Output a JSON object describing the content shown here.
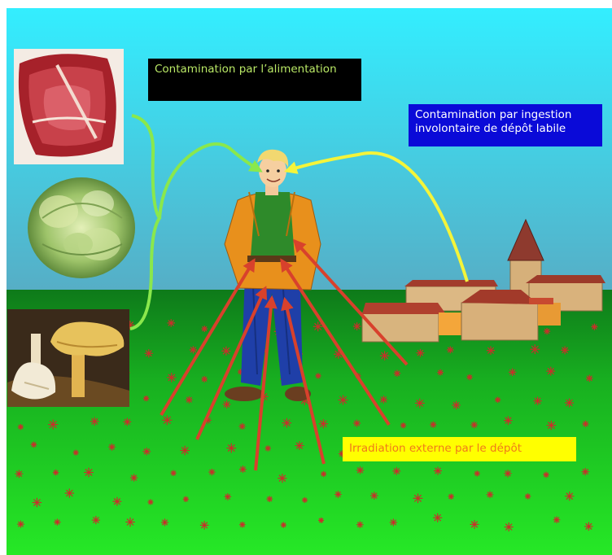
{
  "labels": {
    "food": "Contamination par l’alimentation",
    "ingestion": "Contamination par ingestion involontaire de dépôt labile",
    "irradiation": "Irradiation externe par le dépôt"
  },
  "colors": {
    "sky_top": "#33eeff",
    "sky_bottom": "#56aec6",
    "ground_top": "#0e7a1a",
    "ground_bottom": "#26e826",
    "arrow_food": "#8ae84c",
    "arrow_ingestion": "#f4f43a",
    "arrow_irradiation": "#d8412c",
    "deposit_star": "#c8302a"
  },
  "icons": [
    "meat-icon",
    "lettuce-icon",
    "mushroom-icon",
    "person-icon",
    "village-icon"
  ]
}
